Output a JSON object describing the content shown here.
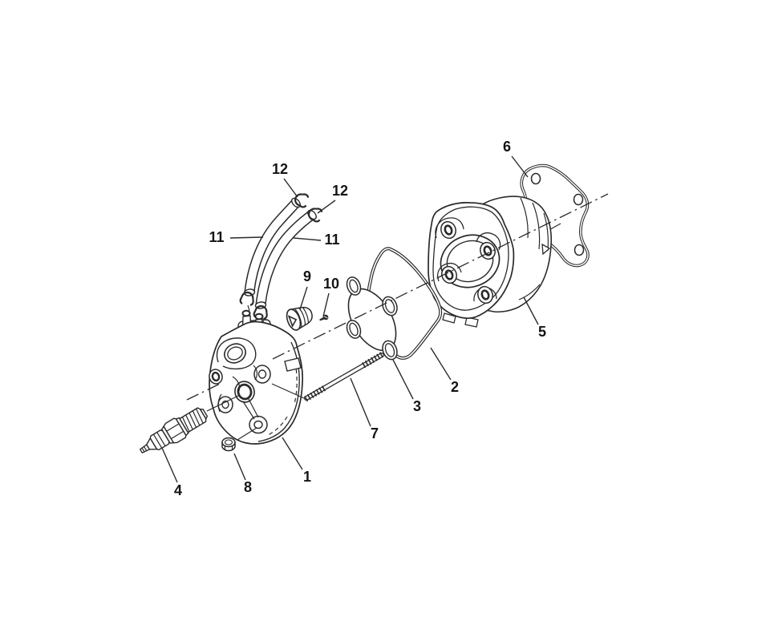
{
  "figure": {
    "type": "exploded-parts-diagram",
    "background_color": "#ffffff",
    "line_color": "#2a2a2a",
    "label_color": "#141414",
    "callouts": [
      {
        "id": "1",
        "label": "1"
      },
      {
        "id": "2",
        "label": "2"
      },
      {
        "id": "3",
        "label": "3"
      },
      {
        "id": "4",
        "label": "4"
      },
      {
        "id": "5",
        "label": "5"
      },
      {
        "id": "6",
        "label": "6"
      },
      {
        "id": "7",
        "label": "7"
      },
      {
        "id": "8",
        "label": "8"
      },
      {
        "id": "9",
        "label": "9"
      },
      {
        "id": "10",
        "label": "10"
      },
      {
        "id": "11-left",
        "label": "11"
      },
      {
        "id": "11-right",
        "label": "11"
      },
      {
        "id": "12-top",
        "label": "12"
      },
      {
        "id": "12-right",
        "label": "12"
      }
    ]
  }
}
